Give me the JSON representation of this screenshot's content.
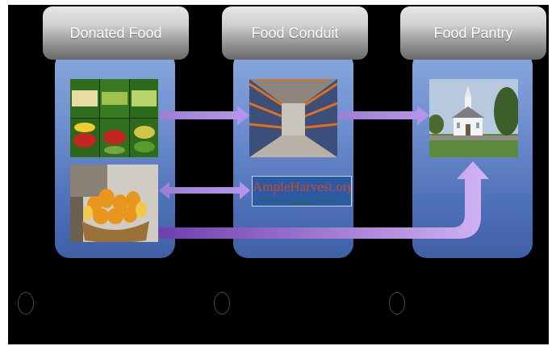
{
  "headers": {
    "donated": "Donated Food",
    "conduit": "Food Conduit",
    "pantry": "Food Pantry"
  },
  "logo": {
    "name": "AmpleHarvest.org",
    "tagline": "Ending garden food waste with Neighbor-to-Neighbor!"
  },
  "icons": {
    "canned": "canned-vegetables-photo",
    "squash": "squash-basket-photo",
    "warehouse": "warehouse-aisle-photo",
    "church": "church-pantry-photo"
  },
  "colors": {
    "column": "#5b7cc2",
    "header": "#a8a8a8",
    "arrow": "#b48ee6",
    "background": "#000000"
  }
}
